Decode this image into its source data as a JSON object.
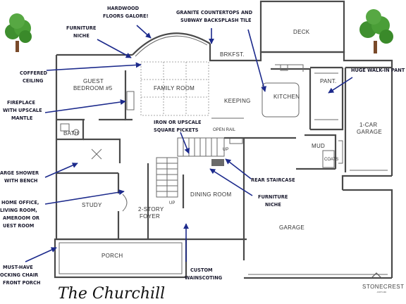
{
  "title": "The Churchill",
  "brand": {
    "name": "STONECREST",
    "sub": ".com.au"
  },
  "colors": {
    "arrow": "#1c2a8c",
    "wall": "#4a4a4a",
    "tree_leaf": "#3f8f2f",
    "tree_trunk": "#7a4a2a"
  },
  "rooms": {
    "deck": "DECK",
    "brkfst": "BRKFST.",
    "keeping": "KEEPING",
    "kitchen": "KITCHEN",
    "pant": "PANT.",
    "guest_bedroom_line1": "GUEST",
    "guest_bedroom_line2": "BEDROOM #5",
    "family_room": "FAMILY ROOM",
    "bath": "BATH",
    "one_car_garage_line1": "1-CAR",
    "one_car_garage_line2": "GARAGE",
    "mud": "MUD",
    "coats": "COATS",
    "study": "STUDY",
    "foyer_line1": "2-STORY",
    "foyer_line2": "FOYER",
    "dining_room": "DINING ROOM",
    "garage": "GARAGE",
    "porch": "PORCH",
    "open_rail": "OPEN RAIL",
    "up": "UP"
  },
  "callouts": {
    "hardwood": [
      "HARDWOOD",
      "FLOORS GALORE!"
    ],
    "granite": [
      "GRANITE COUNTERTOPS AND",
      "SUBWAY BACKSPLASH TILE"
    ],
    "furniture_niche_top": [
      "FURNITURE",
      "NICHE"
    ],
    "coffered": [
      "COFFERED",
      "CEILING"
    ],
    "walkin": [
      "HUGE WALK-IN PANT"
    ],
    "fireplace": [
      "FIREPLACE",
      "WITH UPSCALE",
      "MANTLE"
    ],
    "iron": [
      "IRON OR UPSCALE",
      "SQUARE PICKETS"
    ],
    "shower": [
      "ARGE SHOWER",
      "WITH BENCH"
    ],
    "rear_stair": [
      "REAR STAIRCASE"
    ],
    "furniture_niche_2": [
      "FURNITURE",
      "NICHE"
    ],
    "home_office": [
      "HOME OFFICE,",
      "LIVING ROOM,",
      "AMEROOM OR",
      "UEST ROOM"
    ],
    "rocking": [
      "MUST-HAVE",
      "OCKING CHAIR",
      "FRONT PORCH"
    ],
    "wainscoting": [
      "CUSTOM",
      "WAINSCOTING"
    ]
  }
}
